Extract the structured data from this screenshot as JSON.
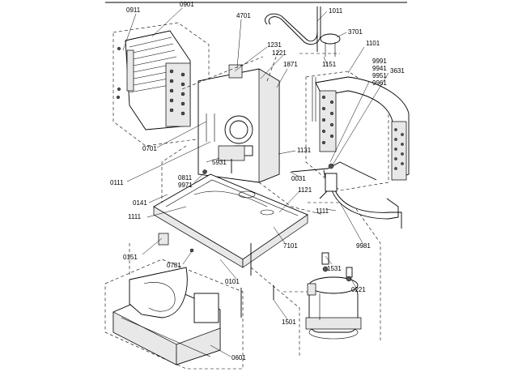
{
  "diagram": {
    "part_labels": [
      {
        "id": "0911",
        "text": "0911"
      },
      {
        "id": "0901",
        "text": "0901"
      },
      {
        "id": "4701",
        "text": "4701"
      },
      {
        "id": "1011",
        "text": "1011"
      },
      {
        "id": "3701",
        "text": "3701"
      },
      {
        "id": "1231",
        "text": "1231"
      },
      {
        "id": "1221",
        "text": "1221"
      },
      {
        "id": "1871",
        "text": "1871"
      },
      {
        "id": "1151",
        "text": "1151"
      },
      {
        "id": "1101",
        "text": "1101"
      },
      {
        "id": "9991",
        "text": "9991"
      },
      {
        "id": "9941",
        "text": "9941"
      },
      {
        "id": "9951",
        "text": "9951"
      },
      {
        "id": "9961",
        "text": "9961"
      },
      {
        "id": "3631",
        "text": "3631"
      },
      {
        "id": "0701",
        "text": "0701"
      },
      {
        "id": "1131",
        "text": "1131"
      },
      {
        "id": "5931",
        "text": "5931"
      },
      {
        "id": "0111",
        "text": "0111"
      },
      {
        "id": "0811",
        "text": "0811"
      },
      {
        "id": "9971",
        "text": "9971"
      },
      {
        "id": "0031",
        "text": "0031"
      },
      {
        "id": "1121",
        "text": "1121"
      },
      {
        "id": "0141",
        "text": "0141"
      },
      {
        "id": "1111a",
        "text": "1111"
      },
      {
        "id": "1111b",
        "text": "1111"
      },
      {
        "id": "7101",
        "text": "7101"
      },
      {
        "id": "9981",
        "text": "9981"
      },
      {
        "id": "0151",
        "text": "0151"
      },
      {
        "id": "0781",
        "text": "0781"
      },
      {
        "id": "1531",
        "text": "1531"
      },
      {
        "id": "0101",
        "text": "0101"
      },
      {
        "id": "0221",
        "text": "0221"
      },
      {
        "id": "1501",
        "text": "1501"
      },
      {
        "id": "0601",
        "text": "0601"
      }
    ]
  }
}
